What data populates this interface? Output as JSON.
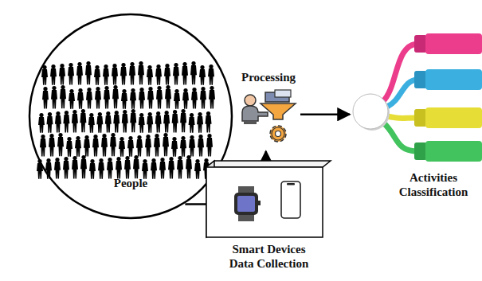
{
  "diagram": {
    "nodes": [
      {
        "text": [
          "People"
        ]
      },
      {
        "text": [
          "Processing"
        ]
      },
      {
        "text": [
          "Activities Classification"
        ]
      },
      {
        "text": [
          "Smart Devices Data Collection"
        ]
      }
    ],
    "edges": [
      {
        "from": 0,
        "to": 3,
        "arrow": "none"
      },
      {
        "from": 3,
        "to": 1,
        "arrow": "to"
      },
      {
        "from": 1,
        "to": 2,
        "arrow": "to"
      }
    ]
  }
}
